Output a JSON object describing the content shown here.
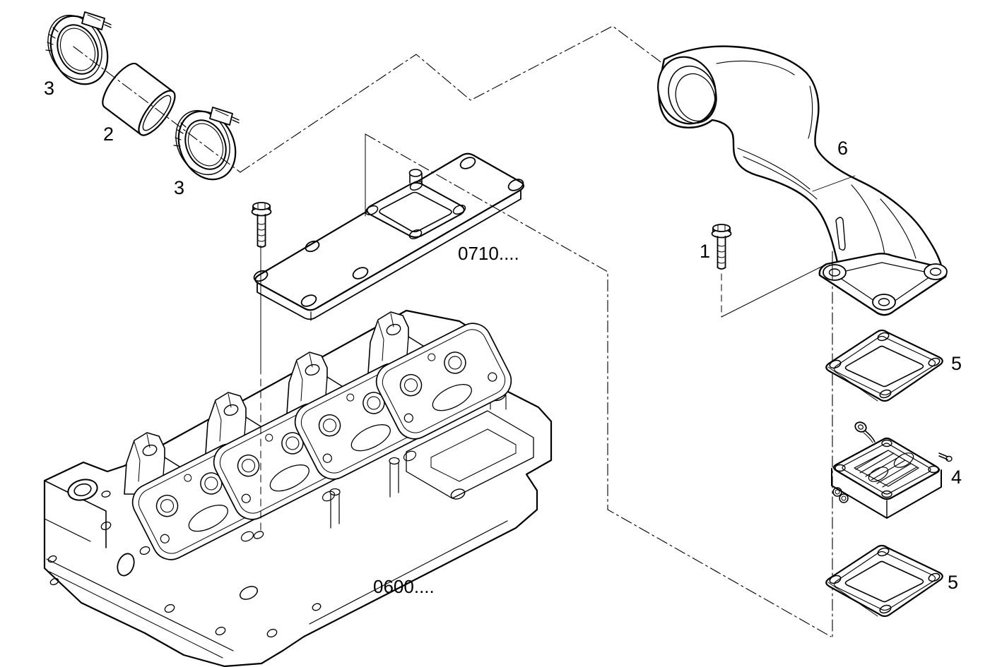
{
  "diagram": {
    "type": "exploded-parts-drawing",
    "background_color": "#ffffff",
    "line_color": "#000000",
    "callouts": {
      "hose_clamp_upper": "3",
      "hose_sleeve": "2",
      "hose_clamp_lower": "3",
      "fixing_bolt": "1",
      "intake_pipe": "6",
      "gasket_upper": "5",
      "grid_heater": "4",
      "gasket_lower": "5"
    },
    "group_refs": {
      "intake_plate_group": "0710....",
      "cylinder_head_group": "0600...."
    }
  }
}
